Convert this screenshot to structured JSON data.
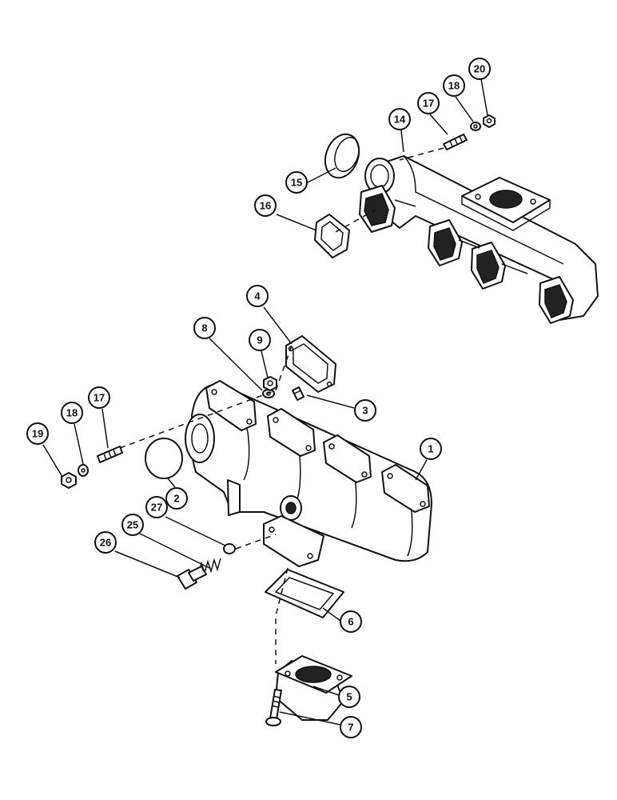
{
  "callouts": {
    "c1": "1",
    "c2": "2",
    "c3": "3",
    "c4": "4",
    "c5": "5",
    "c6": "6",
    "c7": "7",
    "c8": "8",
    "c9": "9",
    "c14": "14",
    "c15": "15",
    "c16": "16",
    "c17a": "17",
    "c17b": "17",
    "c18a": "18",
    "c18b": "18",
    "c19": "19",
    "c20": "20",
    "c25": "25",
    "c26": "26",
    "c27": "27"
  }
}
